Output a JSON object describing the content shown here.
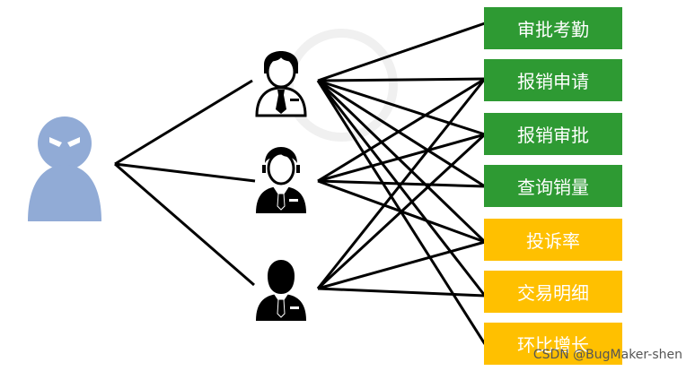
{
  "colors": {
    "permission_green": "#2E9A33",
    "permission_yellow": "#FFC000",
    "user_icon": "#91ABD6",
    "line": "#000000"
  },
  "icons": {
    "user": "user-icon",
    "roles": [
      "businessman-icon",
      "manager-icon",
      "executive-icon"
    ]
  },
  "permissions": [
    {
      "label": "审批考勤",
      "color": "#2E9A33"
    },
    {
      "label": "报销申请",
      "color": "#2E9A33"
    },
    {
      "label": "报销审批",
      "color": "#2E9A33"
    },
    {
      "label": "查询销量",
      "color": "#2E9A33"
    },
    {
      "label": "投诉率",
      "color": "#FFC000"
    },
    {
      "label": "交易明细",
      "color": "#FFC000"
    },
    {
      "label": "环比增长",
      "color": "#FFC000"
    }
  ],
  "role_links": [
    [
      0,
      1,
      2,
      3,
      4,
      5,
      6
    ],
    [
      1,
      2,
      3,
      4
    ],
    [
      1,
      2,
      4,
      5
    ]
  ],
  "watermark": "CSDN @BugMaker-shen"
}
